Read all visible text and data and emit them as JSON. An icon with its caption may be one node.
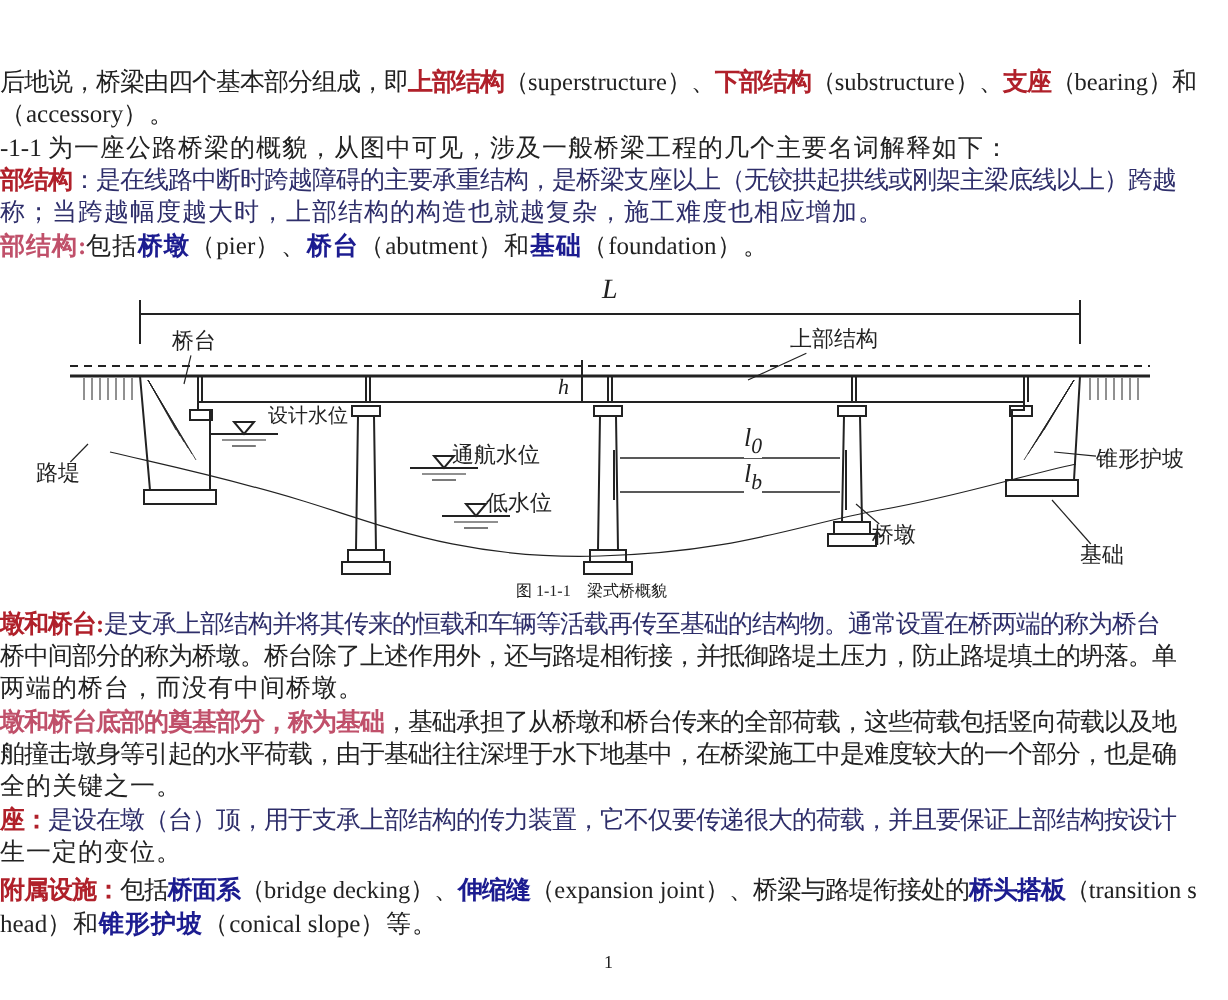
{
  "diagram": {
    "caption": "图 1-1-1　梁式桥概貌",
    "nodes": [
      {
        "text": [
          "桥台"
        ]
      },
      {
        "text": [
          "上部结构"
        ]
      },
      {
        "text": [
          "路堤"
        ]
      },
      {
        "text": [
          "锥形护坡"
        ]
      },
      {
        "text": [
          "桥墩"
        ]
      },
      {
        "text": [
          "基础"
        ]
      }
    ],
    "edges": [
      {
        "from": 0,
        "to": null,
        "arrow": "none"
      },
      {
        "from": 1,
        "to": null,
        "arrow": "none"
      },
      {
        "from": 2,
        "to": null,
        "arrow": "none"
      },
      {
        "from": 3,
        "to": null,
        "arrow": "none"
      },
      {
        "from": 4,
        "to": null,
        "arrow": "none"
      },
      {
        "from": 5,
        "to": null,
        "arrow": "none"
      }
    ],
    "labels": [
      "后地说，桥梁由四个基本部分组成，即**上部结构**（superstructure）、**下部结构**（substructure）、**支座**（bearing）和",
      "（accessory）。",
      "-1-1 为一座公路桥梁的概貌，从图中可见，涉及一般桥梁工程的几个主要名词解释如下：",
      "**部结构**：是在线路中断时跨越障碍的主要承重结构，是桥梁支座以上（无铰拱起拱线或刚架主梁底线以上）跨越",
      "称；当跨越幅度越大时，上部结构的构造也就越复杂，施工难度也相应增加。",
      "**部结构:**包括**桥墩**（pier）、**桥台**（abutment）和**基础**（foundation）。",
      "L",
      "h",
      "设计水位",
      "通航水位",
      "低水位",
      "l$_{0}$",
      "l$_{b}$",
      "**墩和桥台:**是支承上部结构并将其传来的恒载和车辆等活载再传至基础的结构物。通常设置在桥两端的称为桥台",
      "桥中间部分的称为桥墩。桥台除了上述作用外，还与路堤相衔接，并抵御路堤土压力，防止路堤填土的坍落。单",
      "两端的桥台，而没有中间桥墩。",
      "**墩和桥台底部的奠基部分，称为基础**，基础承担了从桥墩和桥台传来的全部荷载，这些荷载包括竖向荷载以及地",
      "舶撞击墩身等引起的水平荷载，由于基础往往深埋于水下地基中，在桥梁施工中是难度较大的一个部分，也是确",
      "全的关键之一。",
      "**座：**是设在墩（台）顶，用于支承上部结构的传力装置，它不仅要传递很大的荷载，并且要保证上部结构按设计",
      "生一定的变位。",
      "**附属设施：**包括**桥面系**（bridge decking）、**伸缩缝**（expansion joint）、桥梁与路堤衔接处的**桥头搭板**（transition s",
      "head）和**锥形护坡**（conical slope）等。",
      "1"
    ]
  }
}
